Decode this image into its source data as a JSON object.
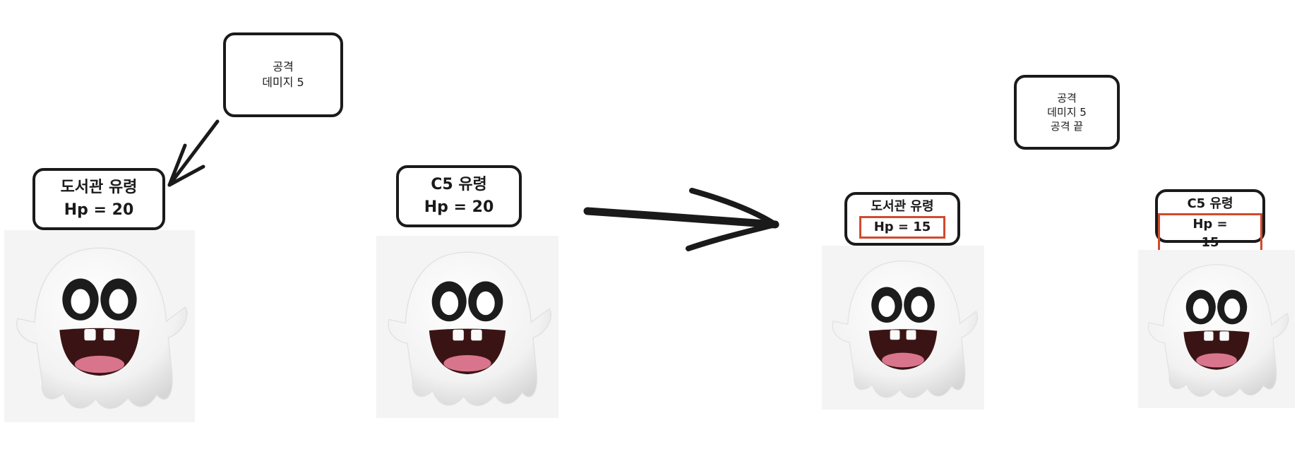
{
  "attack_note_left": {
    "line1": "공격",
    "line2": "데미지 5"
  },
  "attack_note_right": {
    "line1": "공격",
    "line2": "데미지 5",
    "line3": "공격 끝"
  },
  "before": {
    "ghost_a": {
      "name": "도서관 유령",
      "hp": "Hp = 20"
    },
    "ghost_b": {
      "name": "C5 유령",
      "hp": "Hp = 20"
    }
  },
  "after": {
    "ghost_a": {
      "name": "도서관 유령",
      "hp": "Hp = 15"
    },
    "ghost_b": {
      "name": "C5 유령",
      "hp": "Hp = 15"
    }
  },
  "colors": {
    "ink": "#1a1a1a",
    "highlight": "#d24a2c",
    "ghost_bg": "#f4f4f4"
  }
}
